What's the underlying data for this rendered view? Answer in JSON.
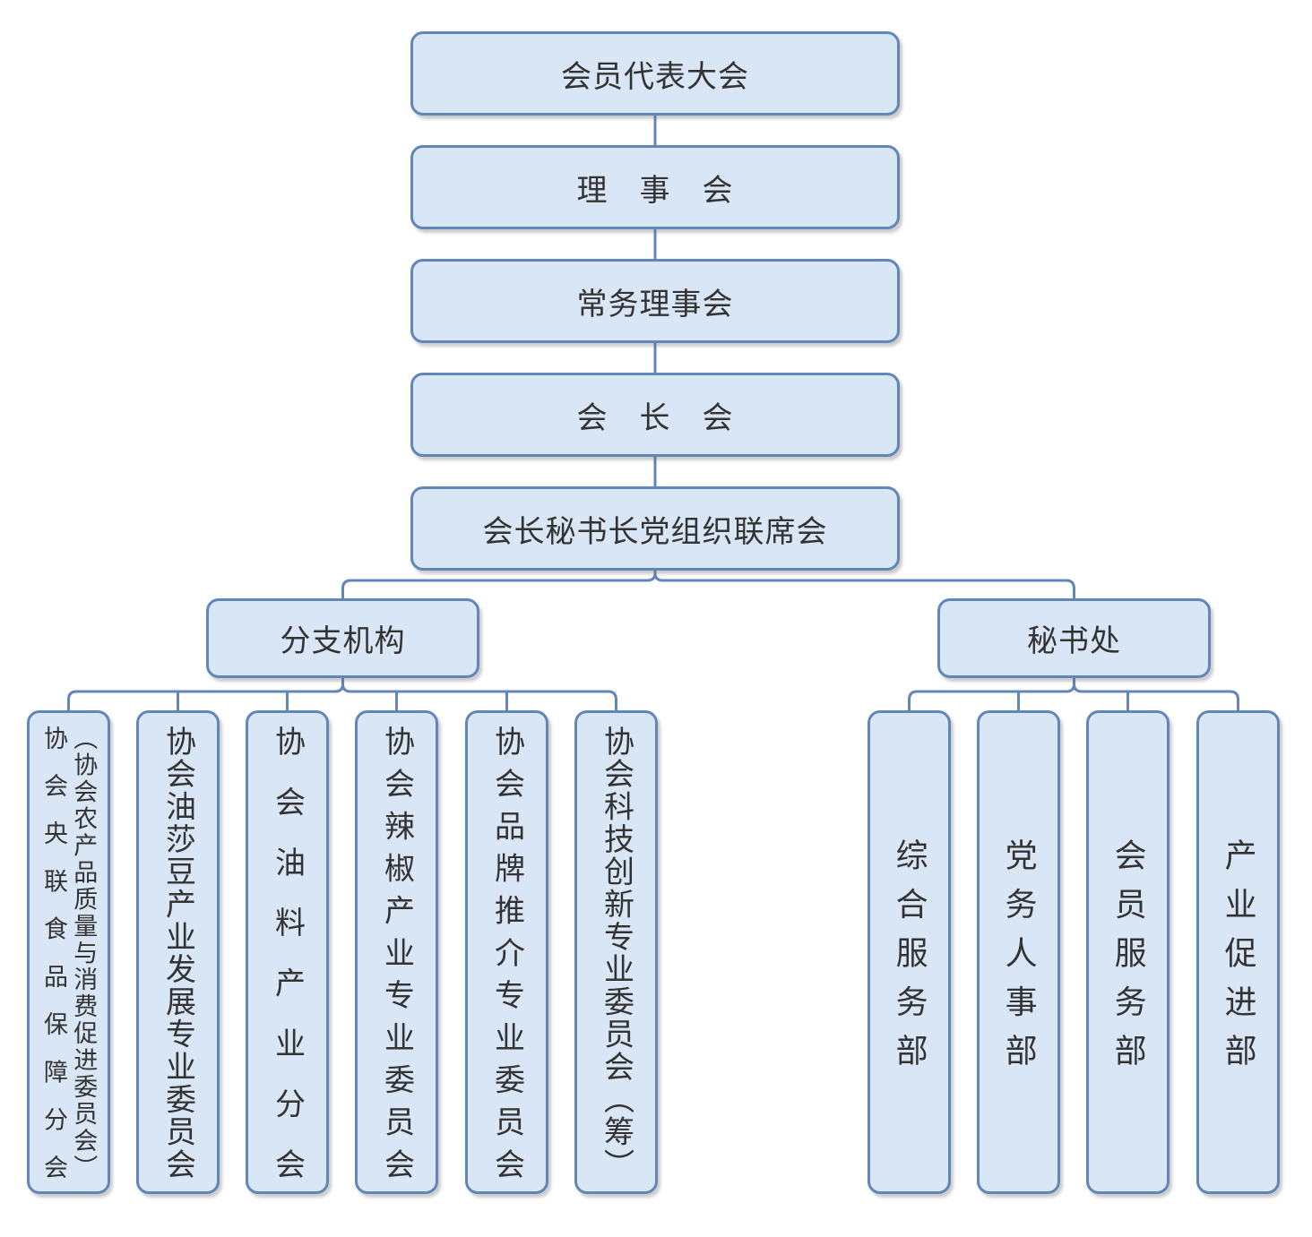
{
  "colors": {
    "box_fill": "#d9e6f6",
    "box_border": "#6186b8",
    "connector": "#6186b8",
    "text": "#333333"
  },
  "org_chart": {
    "levels": [
      {
        "label": "会员代表大会"
      },
      {
        "label": "理　事　会"
      },
      {
        "label": "常务理事会"
      },
      {
        "label": "会　长　会"
      },
      {
        "label": "会长秘书长党组织联席会"
      }
    ],
    "branches": [
      {
        "label": "分支机构",
        "children": [
          {
            "lines": [
              "（协会农产品质量与消费促进委员会）",
              "协会央联食品保障分会"
            ]
          },
          {
            "lines": [
              "协会油莎豆产业发展专业委员会"
            ]
          },
          {
            "lines": [
              "协会油料产业分会"
            ]
          },
          {
            "lines": [
              "协会辣椒产业专业委员会"
            ]
          },
          {
            "lines": [
              "协会品牌推介专业委员会"
            ]
          },
          {
            "lines": [
              "协会科技创新专业委员会（筹）"
            ]
          }
        ]
      },
      {
        "label": "秘书处",
        "children": [
          {
            "lines": [
              "综合服务部"
            ]
          },
          {
            "lines": [
              "党务人事部"
            ]
          },
          {
            "lines": [
              "会员服务部"
            ]
          },
          {
            "lines": [
              "产业促进部"
            ]
          }
        ]
      }
    ]
  }
}
